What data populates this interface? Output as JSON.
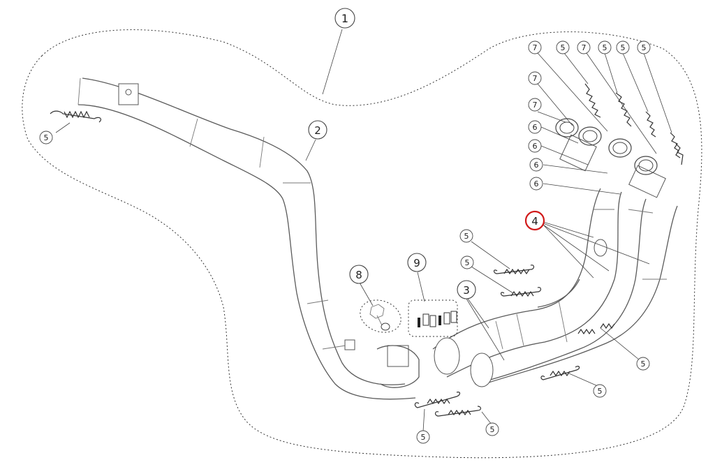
{
  "diagram": {
    "callouts": {
      "c1": "1",
      "c2": "2",
      "c3": "3",
      "c4": "4",
      "c8": "8",
      "c9": "9",
      "c5": "5",
      "c6": "6",
      "c7": "7"
    },
    "highlight_color": "#d11a1a"
  }
}
